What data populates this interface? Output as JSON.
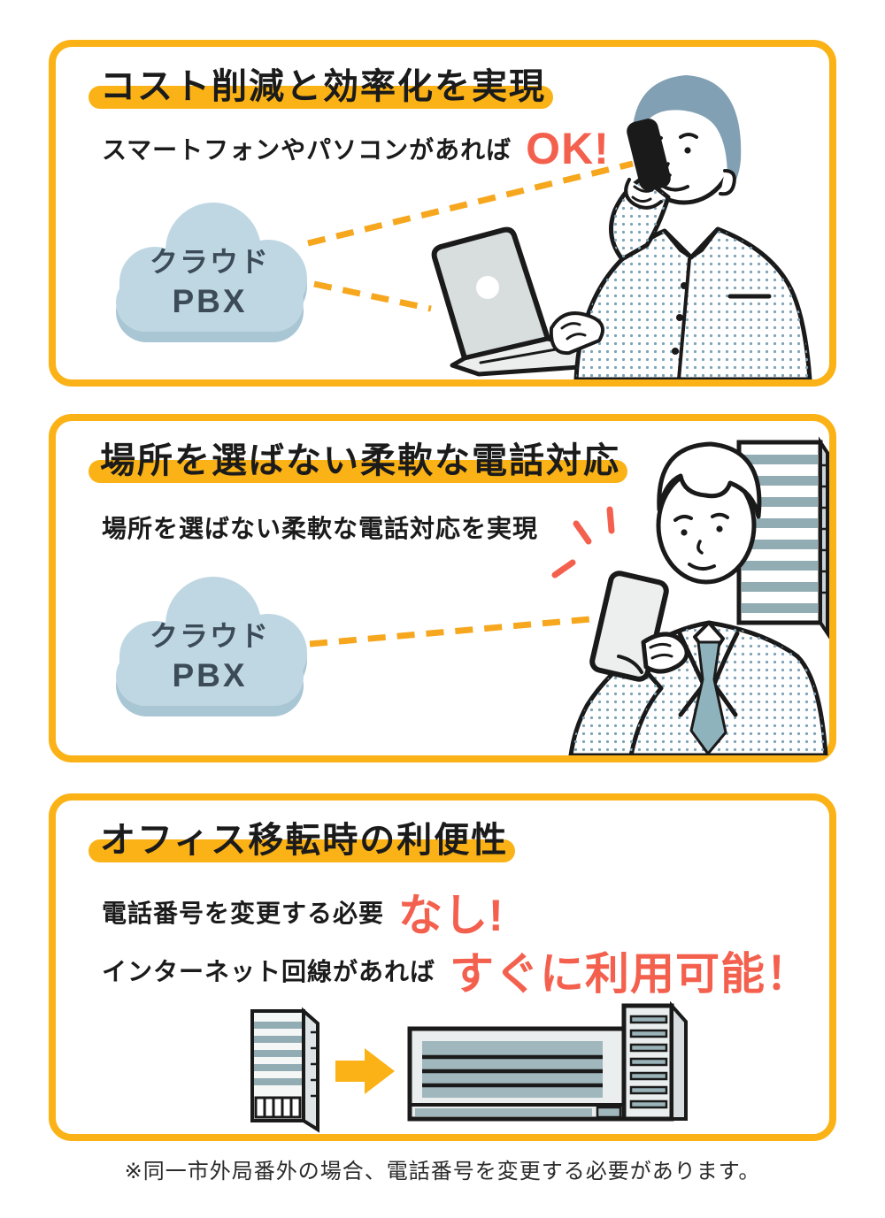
{
  "colors": {
    "accent_yellow": "#FBB216",
    "accent_red": "#F4604E",
    "cloud_fill": "#BFD7E2",
    "cloud_shadow": "#A9C6D4",
    "cloud_text": "#3C4B58",
    "outline_black": "#1A1A1A",
    "hair_blue_gray": "#82A0B3",
    "window_teal": "#9AB3B9"
  },
  "panels": [
    {
      "title": "コスト削減と効率化を実現",
      "body": {
        "prefix": "スマートフォンやパソコンがあれば",
        "emphasis": "OK!"
      },
      "cloud": {
        "line1": "クラウド",
        "line2": "PBX"
      },
      "illustration": "businessman-on-phone-with-laptop"
    },
    {
      "title": "場所を選ばない柔軟な電話対応",
      "body": {
        "text": "場所を選ばない柔軟な電話対応を実現"
      },
      "cloud": {
        "line1": "クラウド",
        "line2": "PBX"
      },
      "illustration": "businessman-checking-smartphone-office-building"
    },
    {
      "title": "オフィス移転時の利便性",
      "line1": {
        "prefix": "電話番号を変更する必要",
        "emphasis": "なし!"
      },
      "line2": {
        "prefix": "インターネット回線があれば",
        "emphasis": "すぐに利用可能！"
      },
      "illustration": "office-relocation-buildings-arrow"
    }
  ],
  "footnote": "※同一市外局番外の場合、電話番号を変更する必要があります。"
}
